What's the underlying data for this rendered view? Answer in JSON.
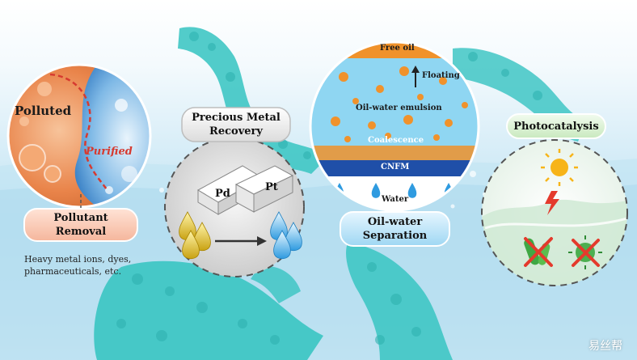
{
  "pollutant": {
    "polluted": "Polluted",
    "purified": "Purified",
    "title_line1": "Pollutant",
    "title_line2": "Removal",
    "examples_line1": "Heavy metal ions, dyes,",
    "examples_line2": "pharmaceuticals, etc."
  },
  "precious": {
    "title_line1": "Precious Metal",
    "title_line2": "Recovery",
    "pd": "Pd",
    "pt": "Pt"
  },
  "oilwater": {
    "free_oil": "Free oil",
    "floating": "Floating",
    "emulsion": "Oil-water emulsion",
    "coalescence": "Coalescence",
    "membrane": "CNFM",
    "water": "Water",
    "title_line1": "Oil-water",
    "title_line2": "Separation"
  },
  "photo": {
    "title": "Photocatalysis"
  },
  "watermark": "易丝帮",
  "colors": {
    "fiber": "#3fc6c4",
    "polluted": "#e8743a",
    "purified": "#3a8fd0",
    "oil": "#f0922b",
    "membrane": "#1f4fa8",
    "cross": "#e43a2c",
    "sun": "#f7b418"
  }
}
